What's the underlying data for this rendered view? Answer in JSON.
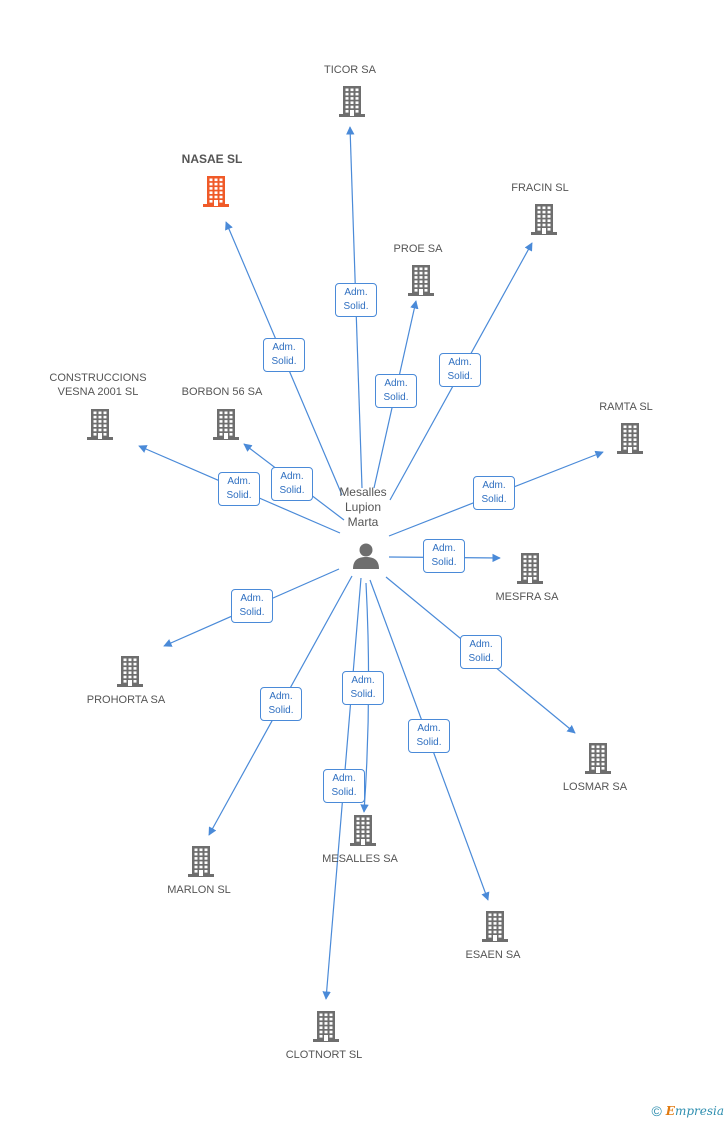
{
  "center": {
    "lines": [
      "Mesalles",
      "Lupion",
      "Marta"
    ]
  },
  "edge_label": {
    "line1": "Adm.",
    "line2": "Solid."
  },
  "companies": [
    {
      "id": "ticor",
      "name": "TICOR SA"
    },
    {
      "id": "nasae",
      "name": "NASAE SL",
      "highlight": true
    },
    {
      "id": "fracin",
      "name": "FRACIN SL"
    },
    {
      "id": "proe",
      "name": "PROE SA"
    },
    {
      "id": "construccions",
      "name": "CONSTRUCCIONS VESNA 2001 SL"
    },
    {
      "id": "borbon",
      "name": "BORBON 56 SA"
    },
    {
      "id": "ramta",
      "name": "RAMTA SL"
    },
    {
      "id": "mesfra",
      "name": "MESFRA SA"
    },
    {
      "id": "prohorta",
      "name": "PROHORTA SA"
    },
    {
      "id": "losmar",
      "name": "LOSMAR SA"
    },
    {
      "id": "mesalles",
      "name": "MESALLES SA"
    },
    {
      "id": "marlon",
      "name": "MARLON SL"
    },
    {
      "id": "esaen",
      "name": "ESAEN SA"
    },
    {
      "id": "clotnort",
      "name": "CLOTNORT  SL"
    }
  ],
  "colors": {
    "edge": "#4a8ad8",
    "icon": "#6e6e6e",
    "highlight": "#f05a28"
  },
  "footer": {
    "copyright": "©",
    "brand_first": "E",
    "brand_rest": "mpresia"
  }
}
